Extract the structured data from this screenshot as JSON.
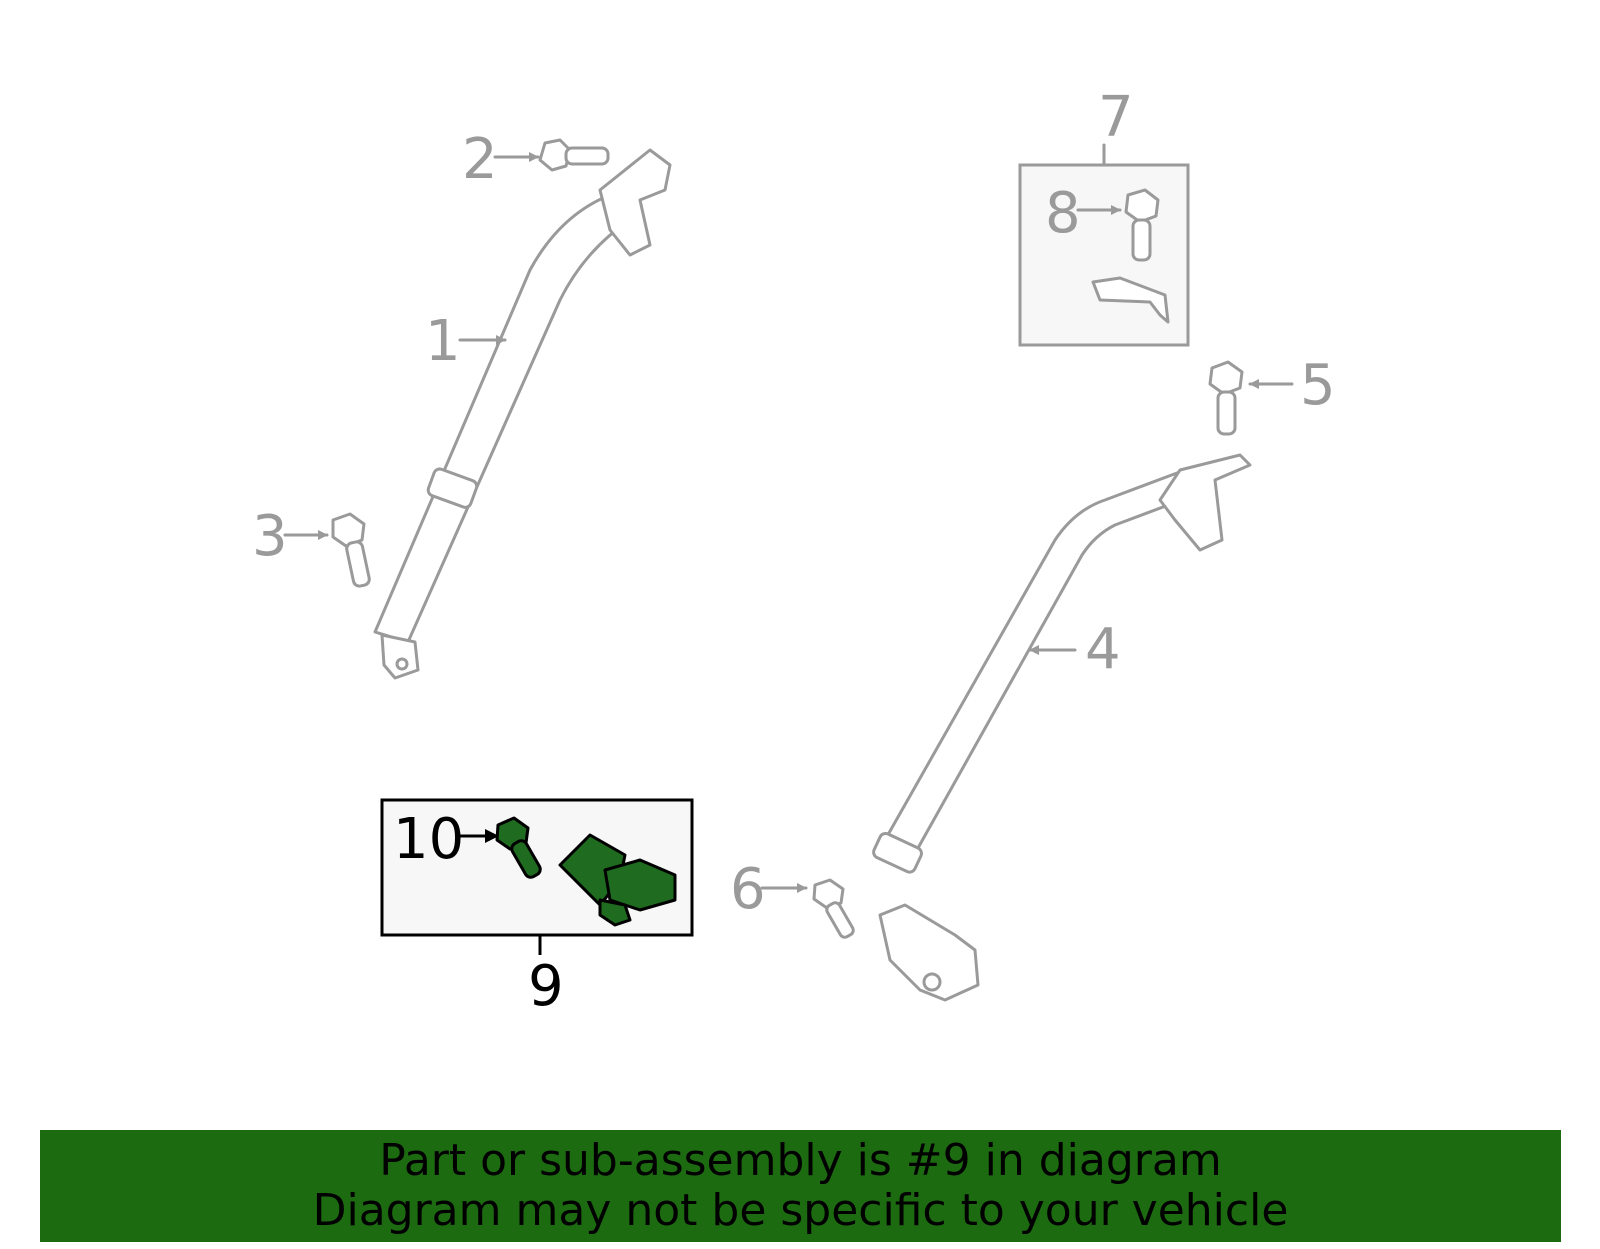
{
  "callouts": {
    "c1": "1",
    "c2": "2",
    "c3": "3",
    "c4": "4",
    "c5": "5",
    "c6": "6",
    "c7": "7",
    "c8": "8",
    "c9": "9",
    "c10": "10"
  },
  "highlight_color": "#1f6b1f",
  "banner": {
    "line1": "Part or sub-assembly is #9 in diagram",
    "line2": "Diagram may not be specific to your vehicle",
    "color": "#1d6b11"
  }
}
